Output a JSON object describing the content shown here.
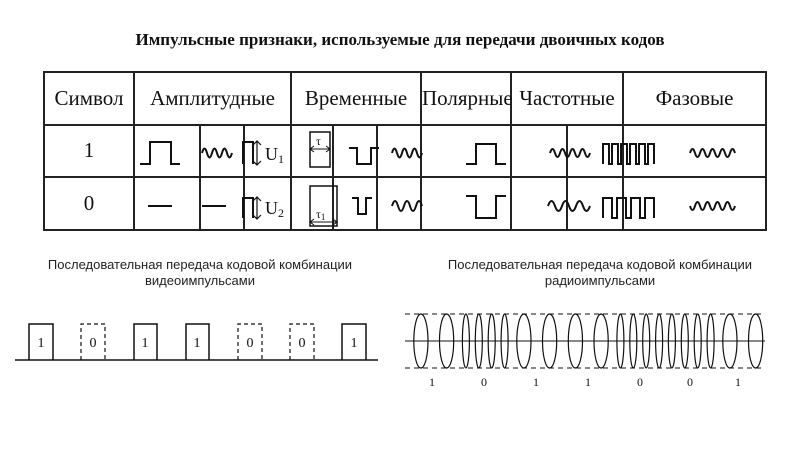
{
  "title": "Импульсные признаки, используемые для передачи двоичных кодов",
  "table": {
    "headers": [
      "Символ",
      "Амплитудные",
      "Временные",
      "Полярные",
      "Частотные",
      "Фазовые"
    ],
    "rows": [
      {
        "symbol": "1",
        "amp_label": "U",
        "amp_sub": "1",
        "tau_label": "τ",
        "tau_sub": ""
      },
      {
        "symbol": "0",
        "amp_label": "U",
        "amp_sub": "2",
        "tau_label": "τ",
        "tau_sub": "1"
      }
    ]
  },
  "left_caption": {
    "line1": "Последовательная передача кодовой комбинации",
    "line2": "видеоимпульсами",
    "bits": [
      "1",
      "0",
      "1",
      "1",
      "0",
      "0",
      "1"
    ]
  },
  "right_caption": {
    "line1": "Последовательная передача кодовой комбинации",
    "line2": "радиоимпульсами",
    "bits": [
      "1",
      "0",
      "1",
      "1",
      "0",
      "0",
      "1"
    ]
  }
}
